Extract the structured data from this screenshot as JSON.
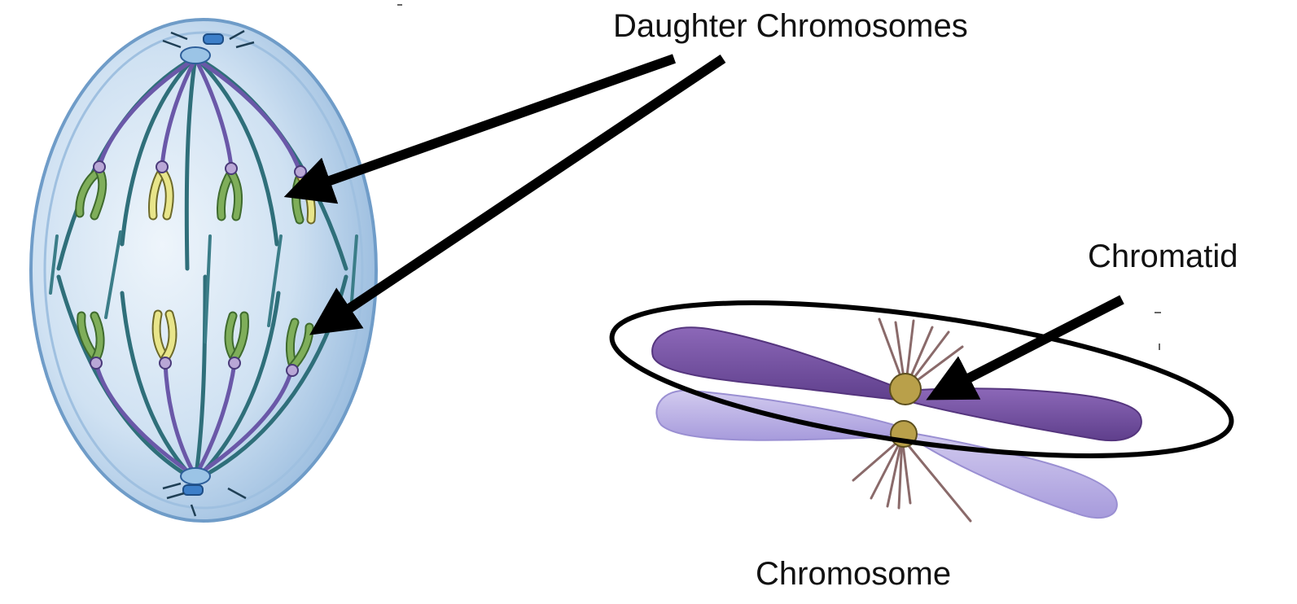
{
  "labels": {
    "daughter_chromosomes": "Daughter Chromosomes",
    "chromatid": "Chromatid",
    "chromosome": "Chromosome"
  },
  "colors": {
    "cell_fill": "#a9c7e6",
    "cell_edge": "#7ea8d2",
    "spindle": "#2f6f7a",
    "chromosome_green": "#7fae5a",
    "chromosome_yellow": "#e8e58a",
    "kinetochore": "#b9a7d6",
    "chromatid_dark": "#7a55a8",
    "chromatid_light": "#b6a8e0",
    "centromere": "#b9a04a",
    "arrow": "#000000"
  }
}
